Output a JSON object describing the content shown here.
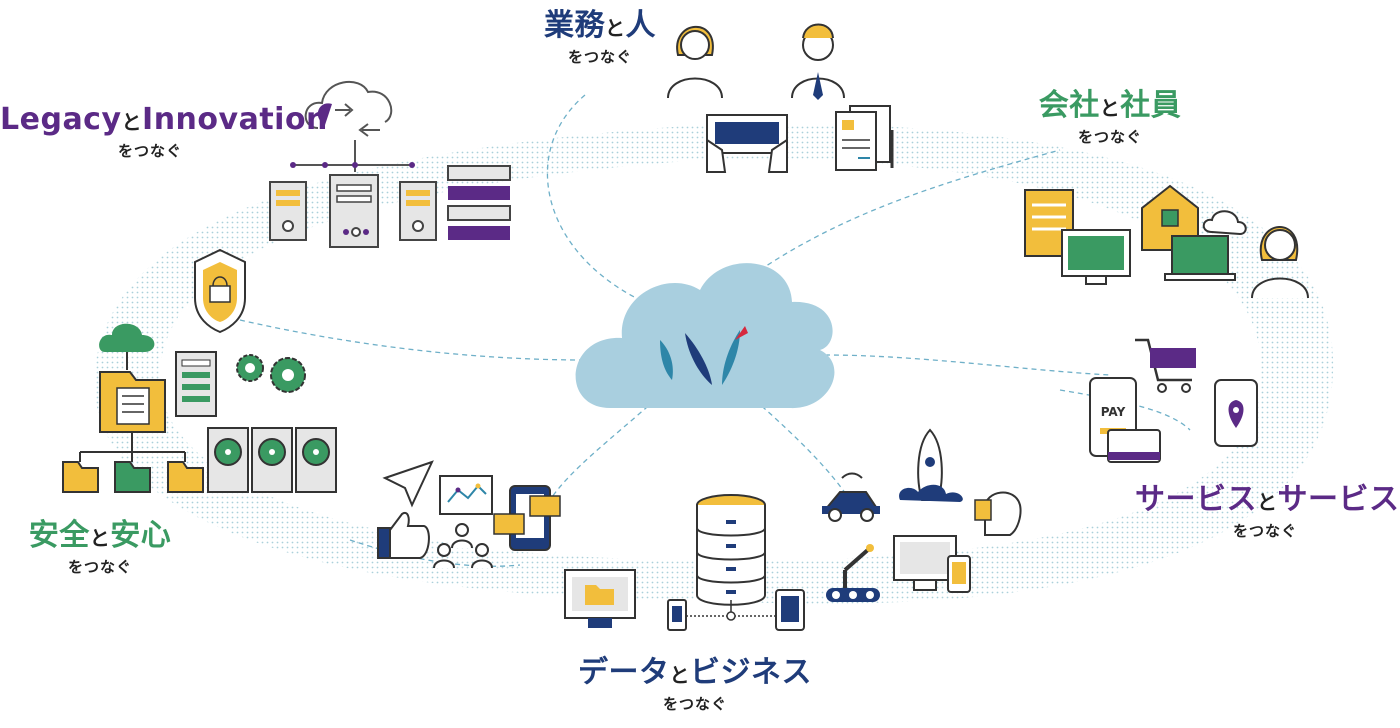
{
  "labels": {
    "legacy": {
      "a": "Legacy",
      "conj": "と",
      "b": "Innovation",
      "sub": "をつなぐ"
    },
    "work_people": {
      "a": "業務",
      "conj": "と",
      "b": "人",
      "sub": "をつなぐ"
    },
    "company_staff": {
      "a": "会社",
      "conj": "と",
      "b": "社員",
      "sub": "をつなぐ"
    },
    "safety": {
      "a": "安全",
      "conj": "と",
      "b": "安心",
      "sub": "をつなぐ"
    },
    "service": {
      "a": "サービス",
      "conj": "と",
      "b": "サービス",
      "sub": "をつなぐ"
    },
    "data_business": {
      "a": "データ",
      "conj": "と",
      "b": "ビジネス",
      "sub": "をつなぐ"
    }
  },
  "icons": {
    "pay_label": "PAY"
  },
  "colors": {
    "purple": "#5b2a86",
    "navy": "#1f3c7a",
    "green": "#3a9a62",
    "yellow": "#f2be3c",
    "cloud": "#a9cfdf",
    "dots": "#9cc8d4",
    "dash": "#6fb0c8"
  }
}
